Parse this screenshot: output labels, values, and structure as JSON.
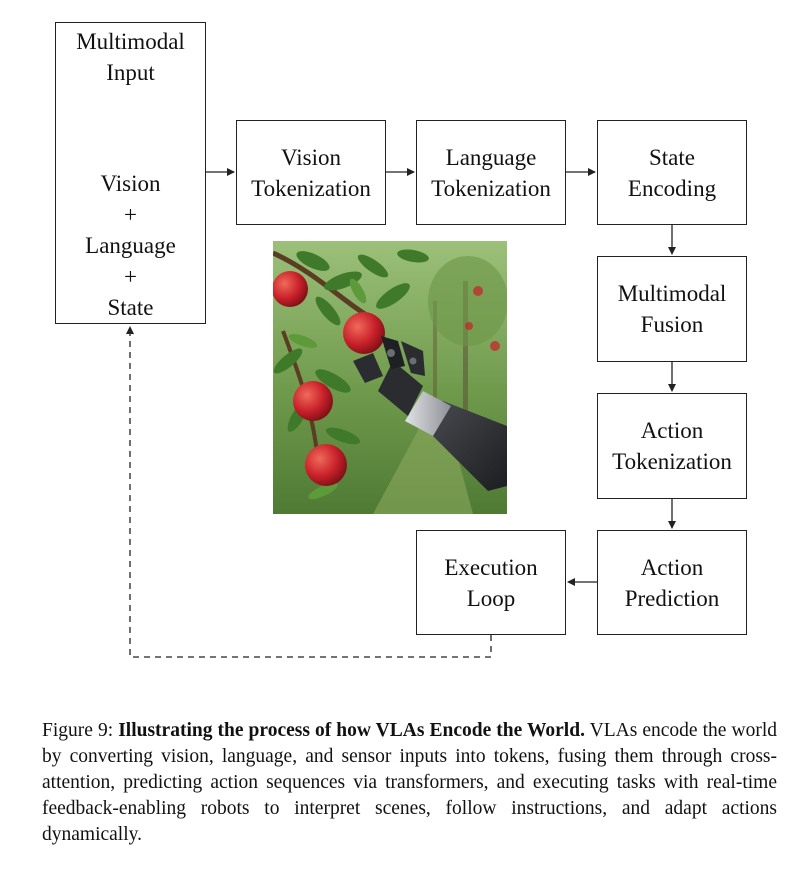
{
  "boxes": {
    "input": {
      "line1": "Multimodal",
      "line2": "Input",
      "line3": "Vision",
      "line4": "+",
      "line5": "Language",
      "line6": "+",
      "line7": "State"
    },
    "vision": {
      "line1": "Vision",
      "line2": "Tokenization"
    },
    "language": {
      "line1": "Language",
      "line2": "Tokenization"
    },
    "state": {
      "line1": "State",
      "line2": "Encoding"
    },
    "fusion": {
      "line1": "Multimodal",
      "line2": "Fusion"
    },
    "action_tok": {
      "line1": "Action",
      "line2": "Tokenization"
    },
    "action_pred": {
      "line1": "Action",
      "line2": "Prediction"
    },
    "execution": {
      "line1": "Execution",
      "line2": "Loop"
    }
  },
  "colors": {
    "apple_red": "#c8202a",
    "leaf_green": "#3f7a2a",
    "robot_dark": "#2a2c30",
    "robot_silver": "#b9bcc0",
    "orchard_bg": "#7aa35a"
  },
  "caption": {
    "label": "Figure 9:",
    "title": "Illustrating the process of how VLAs Encode the World.",
    "text": "VLAs encode the world by converting vision, language, and sensor inputs into tokens, fusing them through cross-attention, predicting action sequences via transformers, and executing tasks with real-time feedback-enabling robots to interpret scenes, follow instructions, and adapt actions dynamically."
  }
}
